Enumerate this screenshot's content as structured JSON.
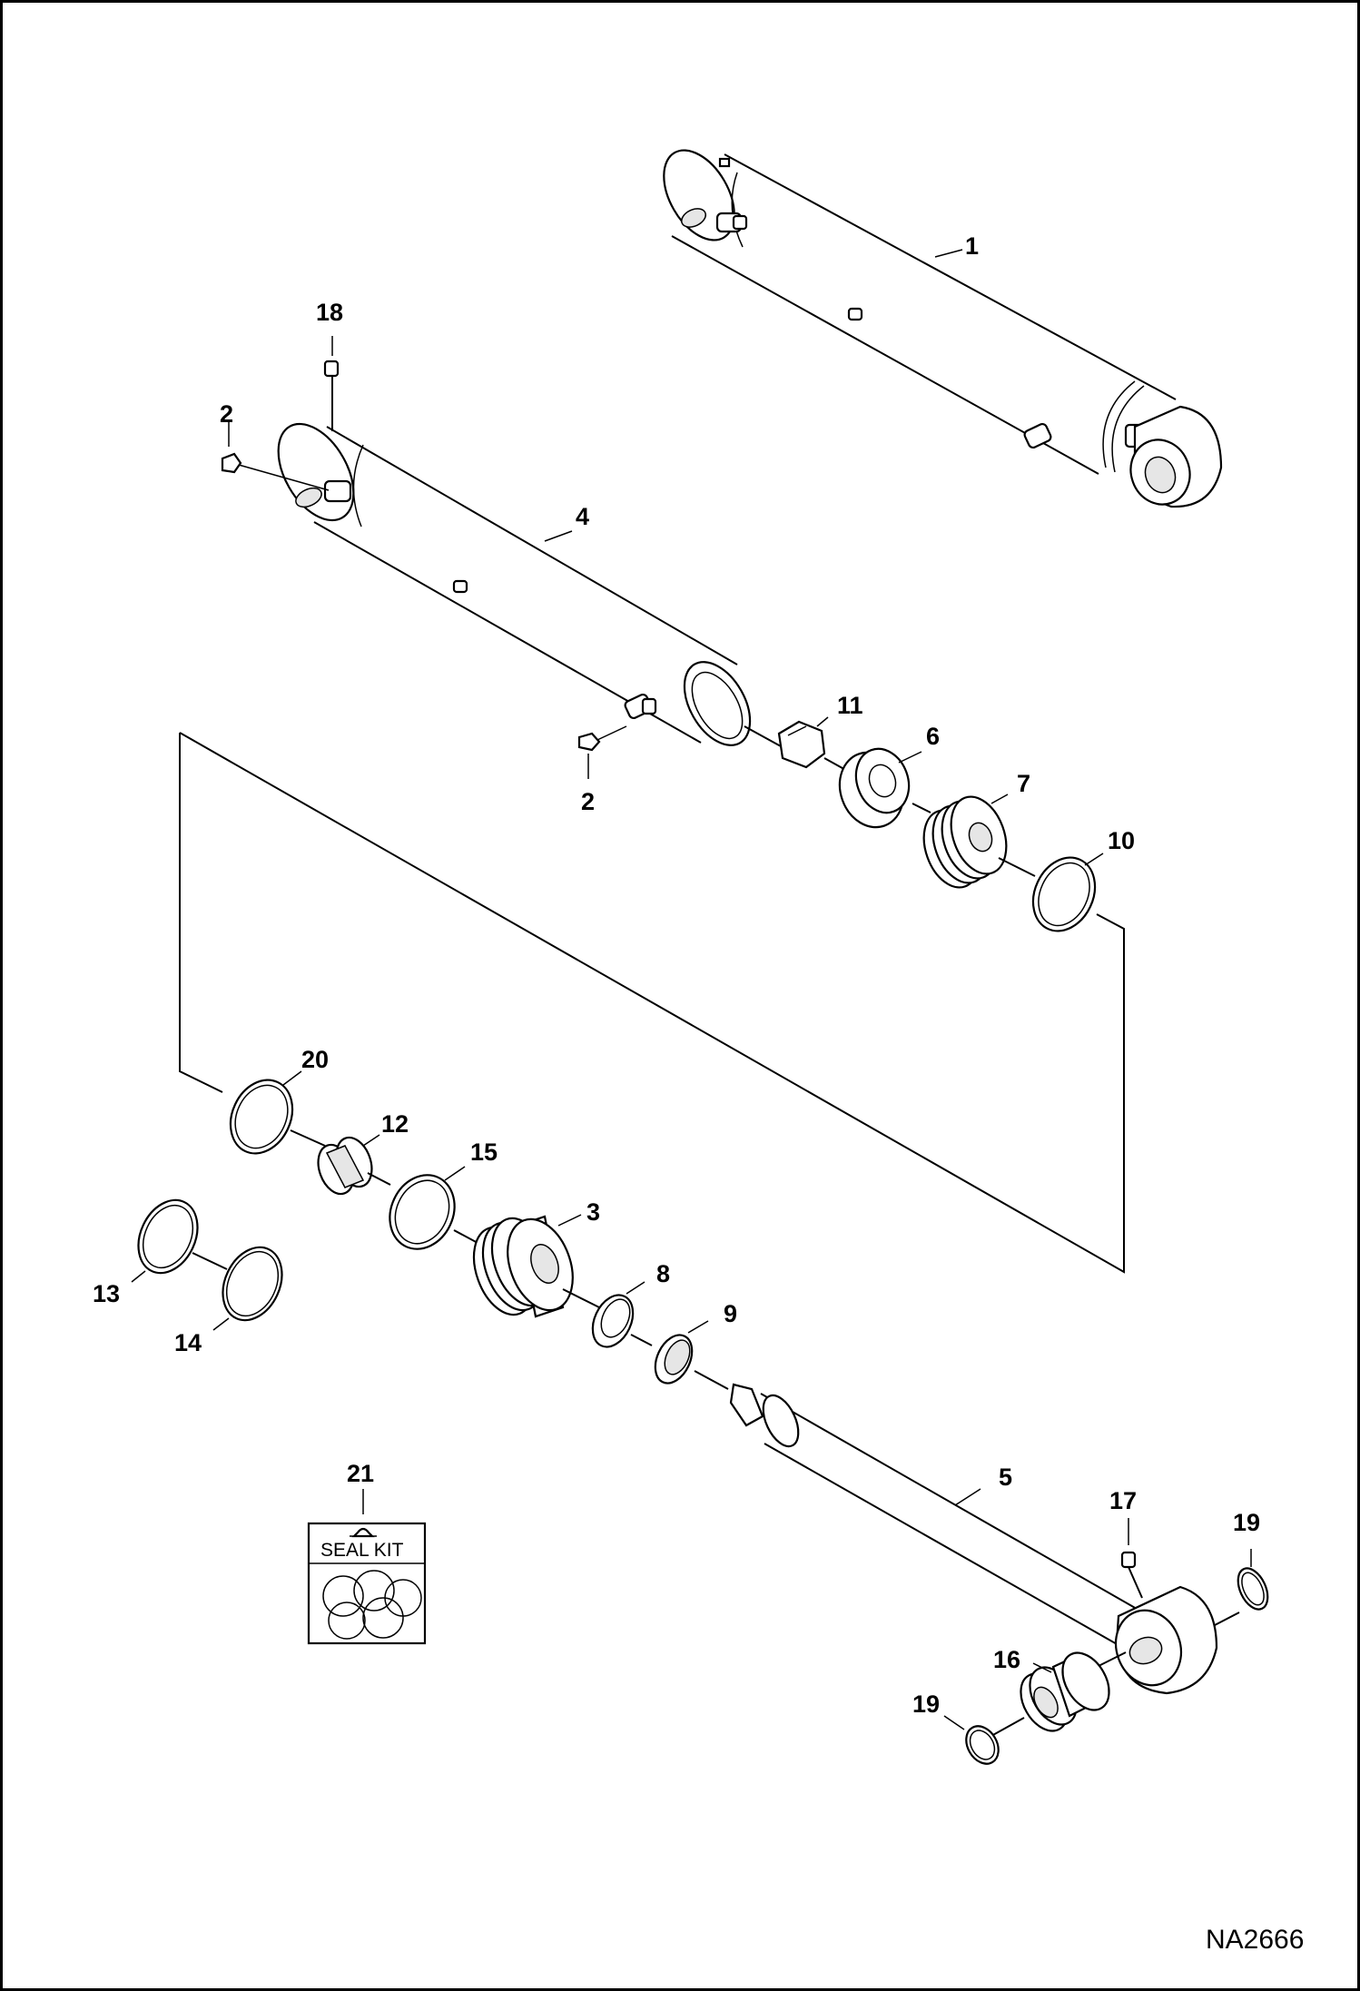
{
  "labels": {
    "p1": "1",
    "p2a": "2",
    "p2b": "2",
    "p3": "3",
    "p4": "4",
    "p5": "5",
    "p6": "6",
    "p7": "7",
    "p8": "8",
    "p9": "9",
    "p10": "10",
    "p11": "11",
    "p12": "12",
    "p13": "13",
    "p14": "14",
    "p15": "15",
    "p16": "16",
    "p17": "17",
    "p18": "18",
    "p19a": "19",
    "p19b": "19",
    "p20": "20",
    "p21": "21"
  },
  "seal_kit_text": "SEAL KIT",
  "drawing_code": "NA2666"
}
